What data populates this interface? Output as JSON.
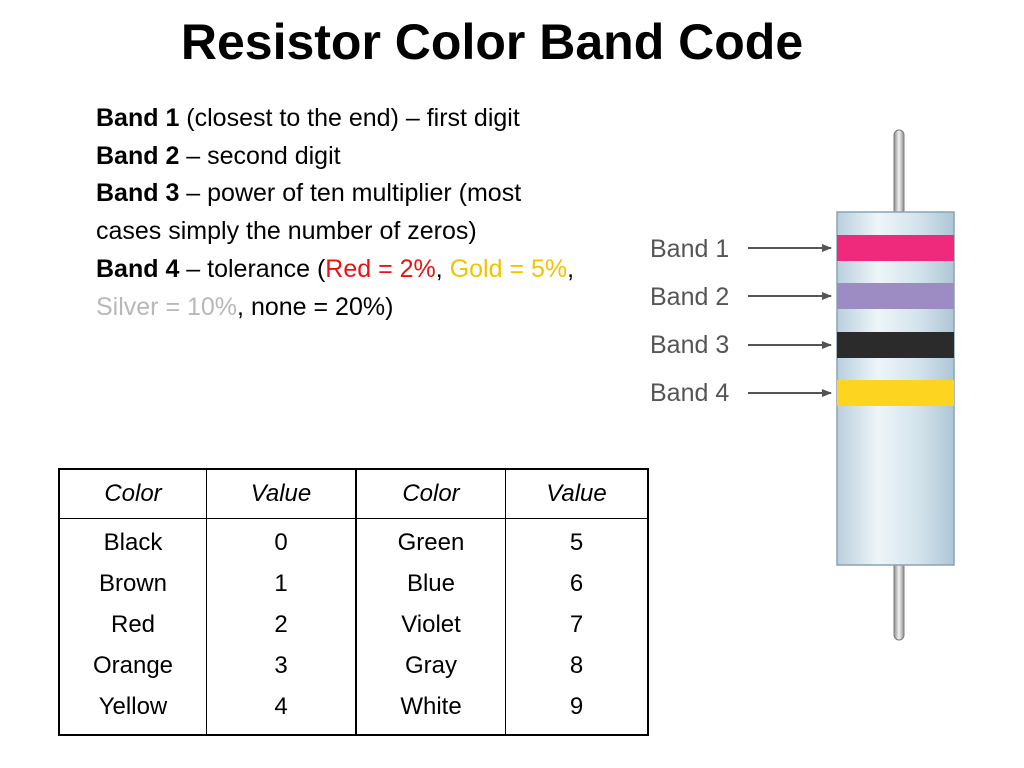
{
  "title": "Resistor Color Band Code",
  "description": {
    "band1": {
      "label": "Band 1",
      "text": " (closest to the end) – first digit"
    },
    "band2": {
      "label": "Band 2",
      "text": " – second digit"
    },
    "band3": {
      "label": "Band 3",
      "text": " – power of ten multiplier (most cases simply the number of zeros)"
    },
    "band4": {
      "label": "Band 4",
      "prefix": " – tolerance (",
      "red": "Red = 2%",
      "sep1": ", ",
      "gold": "Gold = 5%",
      "sep2": ", ",
      "silver": "Silver = 10%",
      "suffix": ", none = 20%)"
    }
  },
  "table": {
    "headers": [
      "Color",
      "Value",
      "Color",
      "Value"
    ],
    "left": {
      "colors": [
        "Black",
        "Brown",
        "Red",
        "Orange",
        "Yellow"
      ],
      "values": [
        "0",
        "1",
        "2",
        "3",
        "4"
      ]
    },
    "right": {
      "colors": [
        "Green",
        "Blue",
        "Violet",
        "Gray",
        "White"
      ],
      "values": [
        "5",
        "6",
        "7",
        "8",
        "9"
      ]
    }
  },
  "diagram": {
    "labels": [
      "Band 1",
      "Band 2",
      "Band 3",
      "Band 4"
    ],
    "band_colors": [
      "#ef2a7c",
      "#9d8cc3",
      "#2b2b2b",
      "#fdd520"
    ],
    "body_color": "#dbe8f0",
    "lead_color": "#c8c8c8",
    "text_colors": {
      "red": "#ee1111",
      "gold": "#f3c300",
      "silver": "#b8b8b8"
    }
  }
}
